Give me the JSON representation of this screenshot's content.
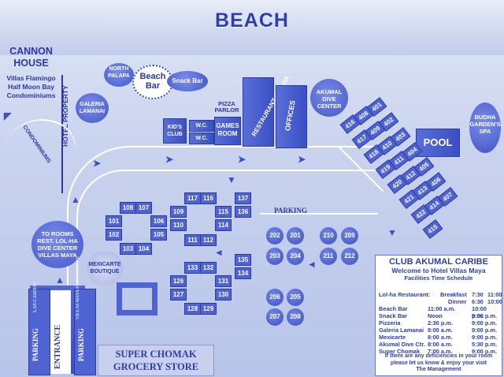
{
  "title": "BEACH",
  "cannon_house": {
    "title_line1": "CANNON",
    "title_line2": "HOUSE",
    "line3": "Villas Flamingo",
    "line4": "Half Moon Bay",
    "line5": "Condominiums"
  },
  "labels": {
    "hotel_property": "HOTEL PROPERTY",
    "condominiums": "CONDOMINIUMS",
    "north_palapa": "NORTH PALAPA",
    "beach_bar_1": "Beach",
    "beach_bar_2": "Bar",
    "snack_bar": "Snack Bar",
    "galeria": "GALERIA LAMANAI",
    "pizza_parlor": "PIZZA PARLOR",
    "restaurant": "RESTAURANT LOL-HA",
    "offices": "OFFICES",
    "akumal_dive": "AKUMAL DIVE CENTER",
    "budha_spa": "BUDHA GARDEN'S SPA",
    "kids_club": "KID'S CLUB",
    "wc1": "W.C.",
    "wc2": "W.C.",
    "games_room": "GAMES ROOM",
    "pool": "POOL",
    "parking_main": "PARKING",
    "to_rooms": "TO ROOMS REST. LOL-HA DIVE CENTER VILLAS MAYA",
    "mexicarte": "MEXICARTE BOUTIQUE",
    "las_casitas": "LAS CASITAS",
    "villas_maya_front": "VILLAS MAYA FRONT OFFICE",
    "parking_left": "PARKING",
    "entrance": "ENTRANCE",
    "parking_right": "PARKING",
    "grocery_1": "SUPER CHOMAK",
    "grocery_2": "GROCERY STORE"
  },
  "rooms": [
    "108",
    "107",
    "101",
    "106",
    "102",
    "105",
    "103",
    "104",
    "117",
    "116",
    "109",
    "115",
    "110",
    "114",
    "111",
    "112",
    "137",
    "136",
    "135",
    "134",
    "133",
    "132",
    "126",
    "131",
    "127",
    "130",
    "128",
    "129",
    "416",
    "415",
    "408",
    "417",
    "414",
    "409",
    "418",
    "413",
    "410",
    "419",
    "412",
    "420",
    "411",
    "421",
    "404",
    "405",
    "403",
    "406",
    "402",
    "407",
    "401",
    "422"
  ],
  "rooms_diag": [
    "416",
    "408",
    "401",
    "417",
    "409",
    "402",
    "418",
    "410",
    "403",
    "419",
    "411",
    "404",
    "420",
    "412",
    "405",
    "421",
    "413",
    "406",
    "422",
    "414",
    "407",
    "415"
  ],
  "circles": [
    "202",
    "201",
    "210",
    "209",
    "203",
    "204",
    "211",
    "212",
    "206",
    "205",
    "207",
    "208"
  ],
  "panel": {
    "title": "CLUB AKUMAL CARIBE",
    "subtitle": "Welcome to Hotel Villas Maya",
    "facilities": "Facilities Time Schedule",
    "rows": [
      {
        "name": "Lol-ha Restaurant:",
        "label": "Breakfast",
        "open": "7:30",
        "close": "11:00"
      },
      {
        "name": "",
        "label": "Dinner",
        "open": "6:30",
        "close": "10:00"
      },
      {
        "name": "Beach Bar",
        "label": "",
        "open": "11:00 a.m.",
        "close": "10:00 p.m."
      },
      {
        "name": "Snack Bar",
        "label": "",
        "open": "Noon",
        "close": "9:00 p.m."
      },
      {
        "name": "Pizzeria",
        "label": "",
        "open": "2:30 p.m.",
        "close": "9:00 p.m."
      },
      {
        "name": "Galeria Lamanai",
        "label": "",
        "open": "8:00 a.m.",
        "close": "9:00 p.m."
      },
      {
        "name": "Mexicarte",
        "label": "",
        "open": "8:00 a.m.",
        "close": "9:00 p.m."
      },
      {
        "name": "Akumal Dive Ctr.",
        "label": "",
        "open": "8:00 a.m.",
        "close": "5:30 p.m."
      },
      {
        "name": "Super Chomak",
        "label": "",
        "open": "7:00 a.m.",
        "close": "9:00 p.m."
      }
    ],
    "footer1": "If there are any deficiencies in your room",
    "footer2": "please let us know & enjoy your visit",
    "footer3": "The Management"
  }
}
